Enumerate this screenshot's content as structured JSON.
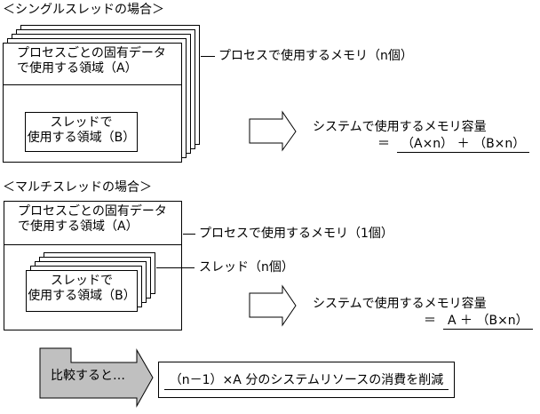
{
  "colors": {
    "background": "#ffffff",
    "stroke": "#000000",
    "compare_arrow_fill": "#c0c0c0",
    "block_arrow_fill": "#ffffff"
  },
  "single": {
    "title": "＜シングルスレッドの場合＞",
    "process_box": {
      "line1": "プロセスごとの固有データ",
      "line2": "で使用する領域（A）"
    },
    "thread_box": {
      "line1": "スレッドで",
      "line2": "使用する領域（B）"
    },
    "memory_label": "プロセスで使用するメモリ（n個）",
    "summary": {
      "line1": "システムで使用するメモリ容量",
      "equals": "＝",
      "formula": "（A×n） ＋ （B×n）"
    }
  },
  "multi": {
    "title": "＜マルチスレッドの場合＞",
    "process_box": {
      "line1": "プロセスごとの固有データ",
      "line2": "で使用する領域（A）"
    },
    "thread_box": {
      "line1": "スレッドで",
      "line2": "使用する領域（B）"
    },
    "memory_label": "プロセスで使用するメモリ（1個）",
    "thread_label": "スレッド（n個）",
    "summary": {
      "line1": "システムで使用するメモリ容量",
      "equals": "＝",
      "formula": "A ＋ （B×n）"
    }
  },
  "comparison": {
    "arrow_label": "比較すると…",
    "conclusion": "（n－1）×A 分のシステムリソースの消費を削減"
  }
}
